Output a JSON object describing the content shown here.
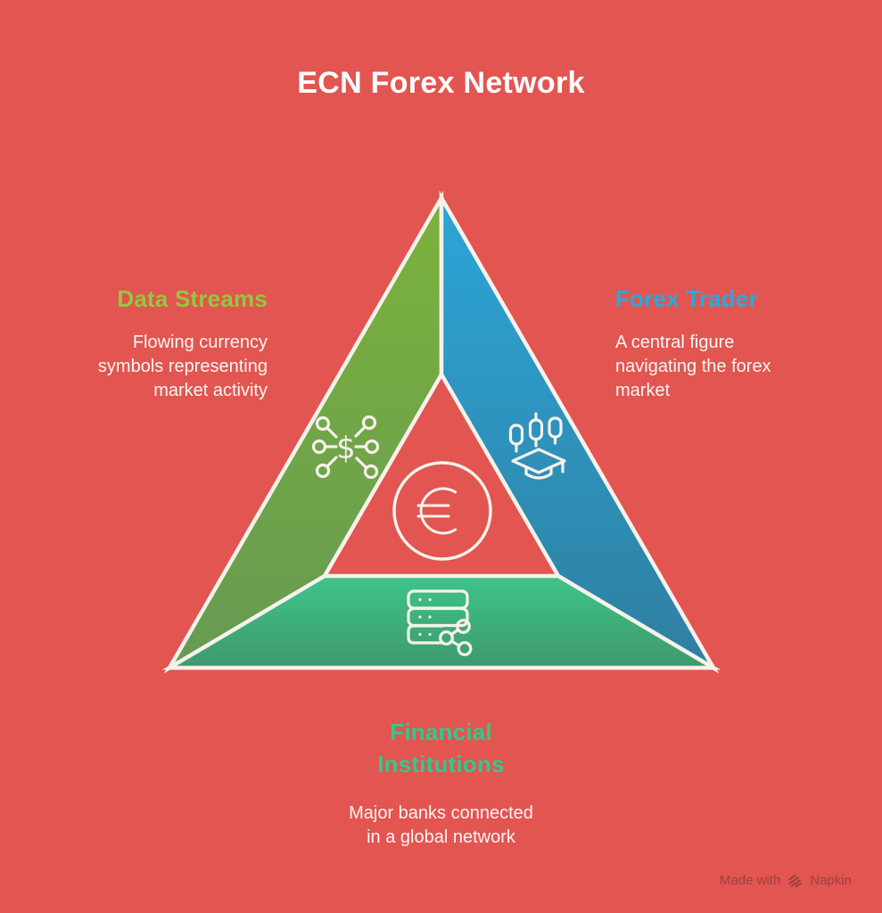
{
  "title": "ECN Forex Network",
  "background_color": "#E25551",
  "outline_color": "#F6F1EB",
  "center": {
    "icon": "euro-currency-circle-icon",
    "symbol": "€",
    "color": "#F6F1EB"
  },
  "nodes": {
    "data_streams": {
      "label": "Data Streams",
      "description": "Flowing currency\nsymbols representing\nmarket activity",
      "label_color": "#93C83D",
      "band_gradient_top": "#7CB23C",
      "band_gradient_bottom": "#669A52",
      "icon": "dollar-network-icon",
      "icon_symbol": "$"
    },
    "forex_trader": {
      "label": "Forex Trader",
      "description": "A central figure\nnavigating the forex\nmarket",
      "label_color": "#28A9E0",
      "band_gradient_top": "#2CA6D8",
      "band_gradient_bottom": "#2F7FA0",
      "icon": "candlestick-graduation-cap-icon"
    },
    "financial_institutions": {
      "label": "Financial\nInstitutions",
      "description": "Major banks connected\nin a global network",
      "label_color": "#30CA8C",
      "band_gradient_top": "#3EC48A",
      "band_gradient_bottom": "#3F996C",
      "icon": "server-network-icon"
    }
  },
  "footer": {
    "made_with": "Made with",
    "brand": "Napkin",
    "color": "#9B403E",
    "icon": "napkin-logo-icon"
  }
}
